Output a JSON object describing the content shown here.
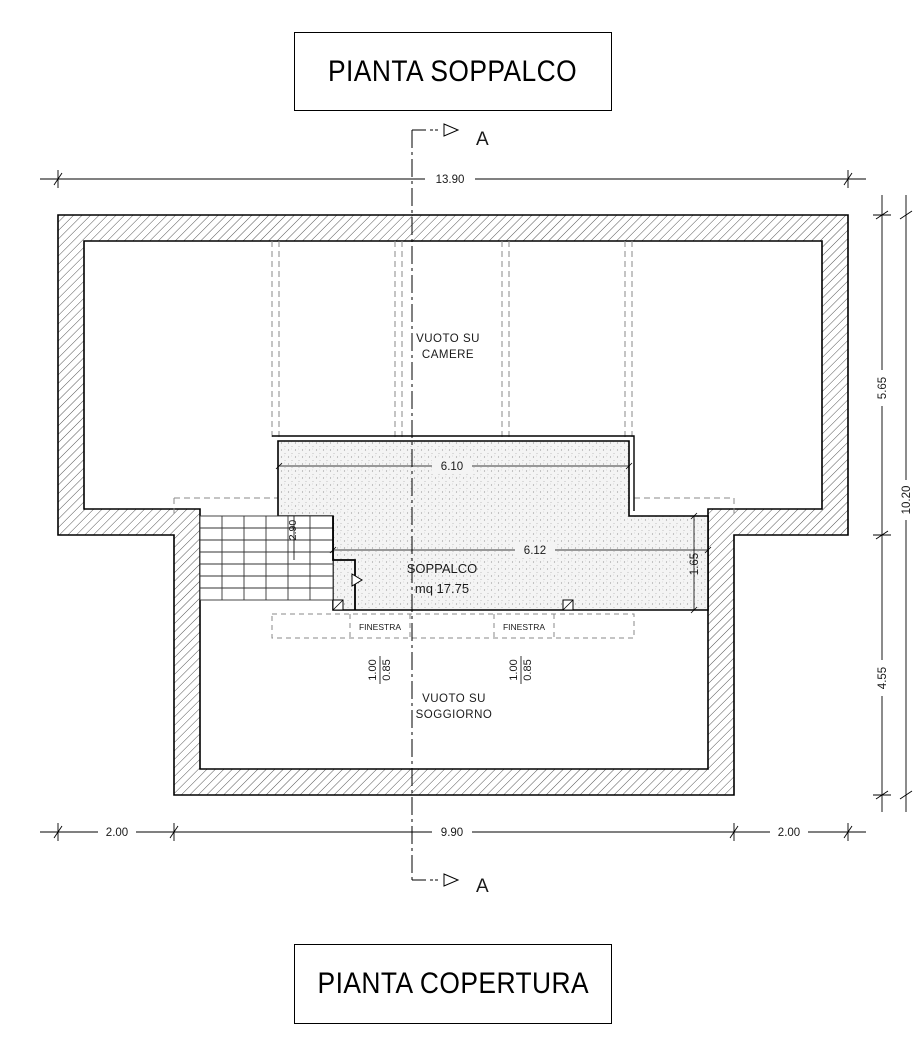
{
  "titles": {
    "top": "PIANTA SOPPALCO",
    "bottom": "PIANTA COPERTURA"
  },
  "section_marker": "A",
  "dimensions": {
    "overall_width": "13.90",
    "overall_height": "10.20",
    "upper_height": "5.65",
    "lower_height": "4.55",
    "left_offset": "2.00",
    "center_width": "9.90",
    "right_offset": "2.00",
    "mezzanine_width_top": "6.10",
    "mezzanine_width": "6.12",
    "mezzanine_depth": "1.65",
    "stair_dim": "2.90"
  },
  "rooms": {
    "void_rooms_line1": "VUOTO SU",
    "void_rooms_line2": "CAMERE",
    "void_living_line1": "VUOTO SU",
    "void_living_line2": "SOGGIORNO",
    "mezzanine_name": "SOPPALCO",
    "mezzanine_area": "mq 17.75"
  },
  "windows": {
    "label_left": "FINESTRA",
    "label_right": "FINESTRA",
    "left_top": "1.00",
    "left_bottom": "0.85",
    "right_top": "1.00",
    "right_bottom": "0.85"
  }
}
